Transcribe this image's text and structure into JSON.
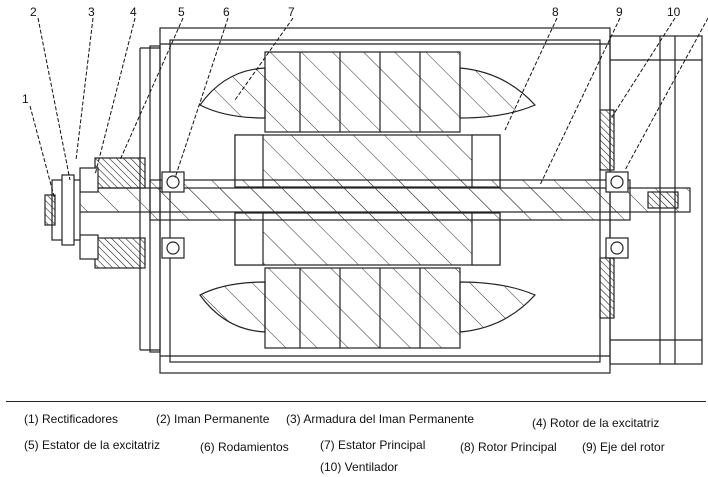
{
  "callouts": [
    "1",
    "2",
    "3",
    "4",
    "5",
    "6",
    "7",
    "8",
    "9",
    "10"
  ],
  "legend": {
    "rectificadores": "(1) Rectificadores",
    "iman_permanente": "(2) Iman Permanente",
    "armadura_iman": "(3) Armadura del Iman Permanente",
    "rotor_excitatriz": "(4) Rotor de la excitatriz",
    "estator_excitatriz": "(5) Estator de la excitatriz",
    "rodamientos": "(6) Rodamientos",
    "estator_principal": "(7) Estator Principal",
    "rotor_principal": "(8) Rotor Principal",
    "eje_rotor": "(9) Eje del rotor",
    "ventilador": "(10) Ventilador"
  }
}
